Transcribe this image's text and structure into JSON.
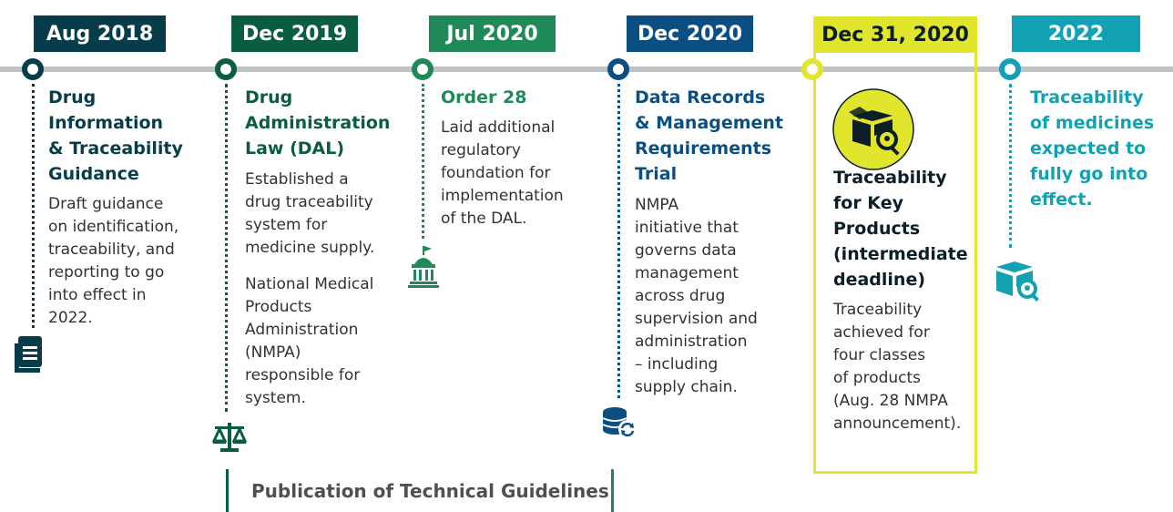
{
  "milestones": [
    {
      "date": "Aug 2018",
      "title": "Drug\nInformation\n& Traceability\nGuidance",
      "body": "Draft guidance\non identification,\ntraceability, and\nreporting to go\ninto effect in\n2022.",
      "icon": "document-icon",
      "color": "#073d4a"
    },
    {
      "date": "Dec 2019",
      "title": "Drug\nAdministration\nLaw (DAL)",
      "body": "Established a\ndrug traceability\nsystem for\nmedicine supply.",
      "body2": "National Medical\nProducts\nAdministration\n(NMPA)\nresponsible for\nsystem.",
      "icon": "scales-icon",
      "color": "#0a5c43"
    },
    {
      "date": "Jul 2020",
      "title": "Order 28",
      "body": "Laid additional\nregulatory\nfoundation for\nimplementation\nof the DAL.",
      "icon": "capitol-icon",
      "color": "#1f8a58"
    },
    {
      "date": "Dec 2020",
      "title": "Data Records\n& Management\nRequirements\nTrial",
      "body": "NMPA\ninitiative that\ngoverns data\nmanagement\nacross drug\nsupervision and\nadministration\n– including\nsupply chain.",
      "icon": "database-sync-icon",
      "color": "#0b4f82"
    },
    {
      "date": "Dec 31, 2020",
      "title": "Traceability\nfor Key\nProducts\n(intermediate\ndeadline)",
      "body": "Traceability\nachieved for\nfour classes\nof products\n(Aug. 28 NMPA\nannouncement).",
      "icon": "box-search-icon",
      "color": "#e1e62d",
      "text_color": "#0d1f26"
    },
    {
      "date": "2022",
      "title": "Traceability\nof medicines\nexpected to\nfully go into\neffect.",
      "icon": "box-search-icon",
      "color": "#12a1b3"
    }
  ],
  "bracket": {
    "label": "Publication of Technical Guidelines",
    "color": "#0a5c43"
  }
}
